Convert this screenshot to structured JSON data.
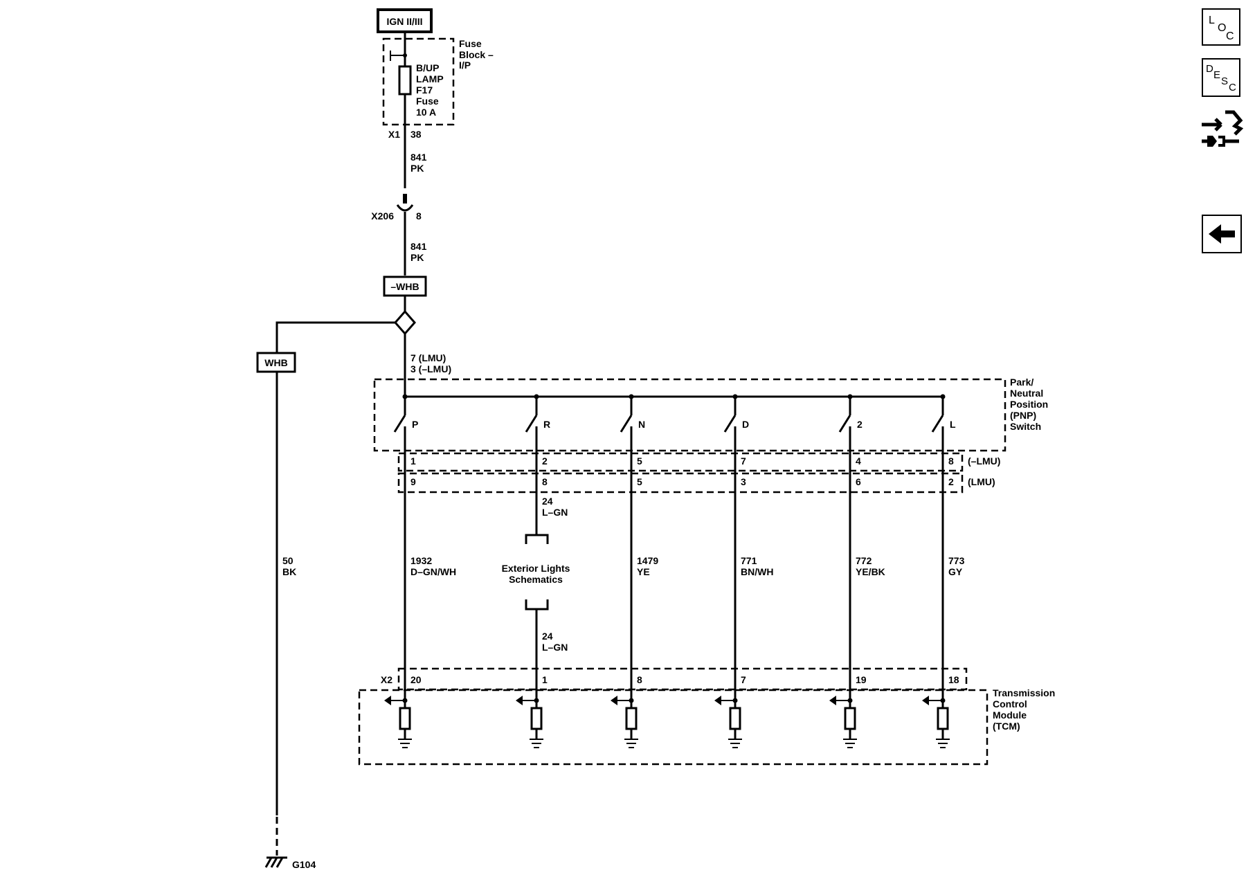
{
  "power": {
    "source": "IGN II/III"
  },
  "fuse_block": {
    "name": [
      "Fuse",
      "Block –",
      "I/P"
    ],
    "fuse_label": [
      "B/UP",
      "LAMP",
      "F17",
      "Fuse",
      "10 A"
    ],
    "connector": "X1",
    "pin": "38"
  },
  "wire_top_1": {
    "circuit": "841",
    "color": "PK"
  },
  "inline_connector": {
    "name": "X206",
    "pin": "8"
  },
  "wire_top_2": {
    "circuit": "841",
    "color": "PK"
  },
  "option_labels": {
    "without": "–WHB",
    "with": "WHB"
  },
  "splice_pins": [
    "7 (LMU)",
    "3 (–LMU)"
  ],
  "pnp_switch": {
    "name": [
      "Park/",
      "Neutral",
      "Position",
      "(PNP)",
      "Switch"
    ]
  },
  "connector_rows": {
    "upper_tag": "(–LMU)",
    "lower_tag": "(LMU)"
  },
  "positions": [
    {
      "label": "P",
      "pin_upper": "1",
      "pin_lower": "9",
      "circuit": "1932",
      "color": "D–GN/WH",
      "tcm_pin": "20"
    },
    {
      "label": "R",
      "pin_upper": "2",
      "pin_lower": "8",
      "circuit": "24",
      "color": "L–GN",
      "tcm_pin": "1"
    },
    {
      "label": "N",
      "pin_upper": "5",
      "pin_lower": "5",
      "circuit": "1479",
      "color": "YE",
      "tcm_pin": "8"
    },
    {
      "label": "D",
      "pin_upper": "7",
      "pin_lower": "3",
      "circuit": "771",
      "color": "BN/WH",
      "tcm_pin": "7"
    },
    {
      "label": "2",
      "pin_upper": "4",
      "pin_lower": "6",
      "circuit": "772",
      "color": "YE/BK",
      "tcm_pin": "19"
    },
    {
      "label": "L",
      "pin_upper": "8",
      "pin_lower": "2",
      "circuit": "773",
      "color": "GY",
      "tcm_pin": "18"
    }
  ],
  "exterior_lights": {
    "label": [
      "Exterior Lights",
      "Schematics"
    ],
    "wire_lower": {
      "circuit": "24",
      "color": "L–GN"
    }
  },
  "ground_wire": {
    "circuit": "50",
    "color": "BK"
  },
  "ground": "G104",
  "tcm": {
    "connector": "X2",
    "name": [
      "Transmission",
      "Control",
      "Module",
      "(TCM)"
    ]
  },
  "nav": {
    "loc": [
      "L",
      "O",
      "C"
    ],
    "desc": [
      "D",
      "E",
      "S",
      "C"
    ]
  }
}
